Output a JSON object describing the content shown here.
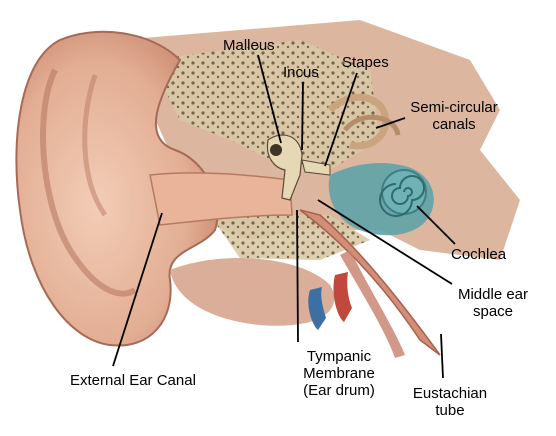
{
  "labels": {
    "malleus": "Malleus",
    "incus": "Incus",
    "stapes": "Stapes",
    "semicircular": [
      "Semi-circular",
      "canals"
    ],
    "cochlea": "Cochlea",
    "middle_ear": [
      "Middle ear",
      "space"
    ],
    "eustachian": [
      "Eustachian",
      "tube"
    ],
    "tympanic": [
      "Tympanic",
      "Membrane",
      "(Ear drum)"
    ],
    "external_canal": "External Ear Canal"
  },
  "colors": {
    "skin": "#e8b9a0",
    "skin_shade": "#c98a70",
    "bone": "#d9c8a4",
    "bone_pattern": "#6b5a44",
    "cochlea": "#5fa3a8",
    "vein": "#3d6fa3",
    "artery": "#c0483c",
    "leader_line": "#000000"
  }
}
